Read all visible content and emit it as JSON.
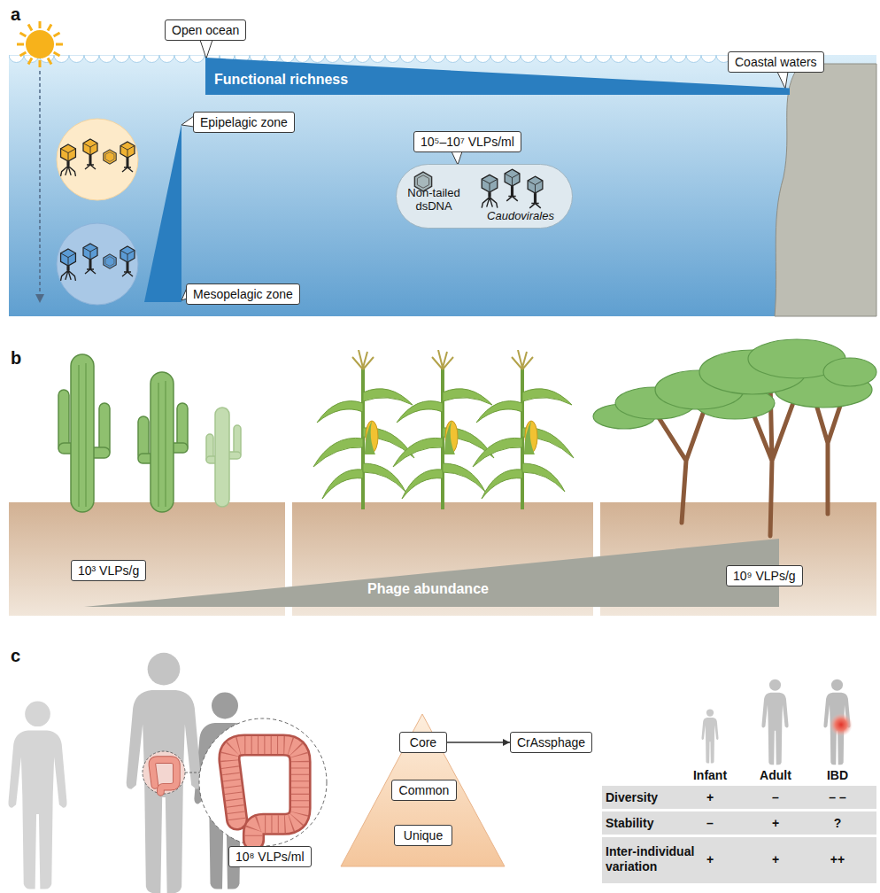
{
  "diagram": {
    "nodes": [
      {
        "text": [
          "Open ocean"
        ]
      },
      {
        "text": [
          "Functional richness"
        ]
      },
      {
        "text": [
          "Coastal waters"
        ]
      },
      {
        "text": [
          "Epipelagic zone"
        ]
      },
      {
        "text": [
          "10⁵–10⁷ VLPs/ml"
        ]
      },
      {
        "text": [
          "Non-tailed dsDNA",
          "Caudovirales"
        ]
      },
      {
        "text": [
          "Mesopelagic zone"
        ]
      },
      {
        "text": [
          "10³ VLPs/g"
        ]
      },
      {
        "text": [
          "Phage abundance"
        ]
      },
      {
        "text": [
          "10⁹ VLPs/g"
        ]
      },
      {
        "text": [
          "10⁸ VLPs/ml"
        ]
      },
      {
        "text": [
          "Core"
        ]
      },
      {
        "text": [
          "CrAssphage"
        ]
      },
      {
        "text": [
          "Common"
        ]
      },
      {
        "text": [
          "Unique"
        ]
      }
    ],
    "edges": [
      {
        "from": 11,
        "to": 12,
        "arrow": "to"
      }
    ],
    "labels": [
      "a",
      "b",
      "c",
      "Infant",
      "Adult",
      "IBD",
      "Diversity",
      "+",
      "–",
      "– –",
      "Stability",
      "–",
      "+",
      "?",
      "Inter-individual variation",
      "+",
      "+",
      "++"
    ]
  }
}
